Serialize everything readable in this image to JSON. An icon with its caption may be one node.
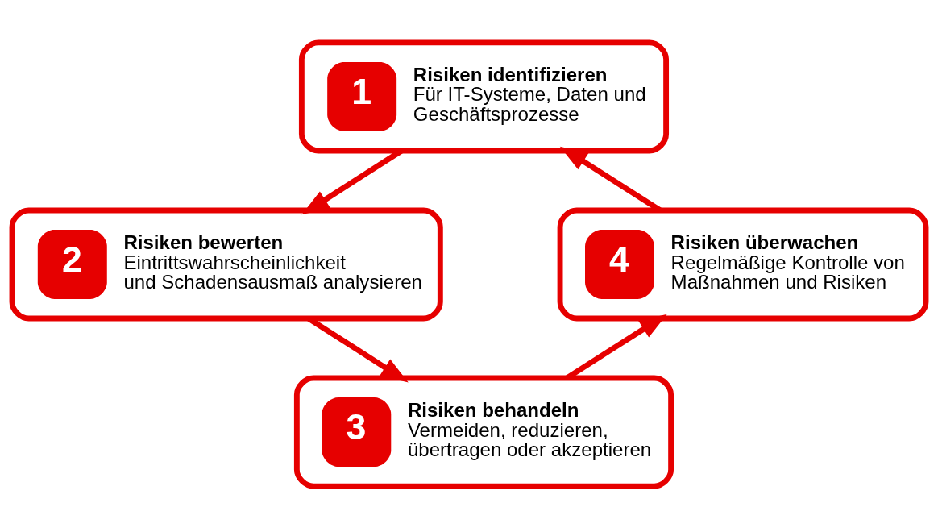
{
  "diagram": {
    "nodes": [
      {
        "text": [
          "1",
          "Risiken identifizieren",
          "Für IT-Systeme, Daten und Geschäftsprozesse"
        ]
      },
      {
        "text": [
          "2",
          "Risiken bewerten",
          "Eintrittswahrscheinlichkeit und Schadensausmaß analysieren"
        ]
      },
      {
        "text": [
          "3",
          "Risiken behandeln",
          "Vermeiden, reduzieren, übertragen oder akzeptieren"
        ]
      },
      {
        "text": [
          "4",
          "Risiken überwachen",
          "Regelmäßige Kontrolle von Maßnahmen und Risiken"
        ]
      }
    ],
    "edges": [
      {
        "from": 0,
        "to": 1,
        "arrow": "to"
      },
      {
        "from": 1,
        "to": 2,
        "arrow": "to"
      },
      {
        "from": 2,
        "to": 3,
        "arrow": "to"
      },
      {
        "from": 3,
        "to": 0,
        "arrow": "to"
      }
    ]
  }
}
